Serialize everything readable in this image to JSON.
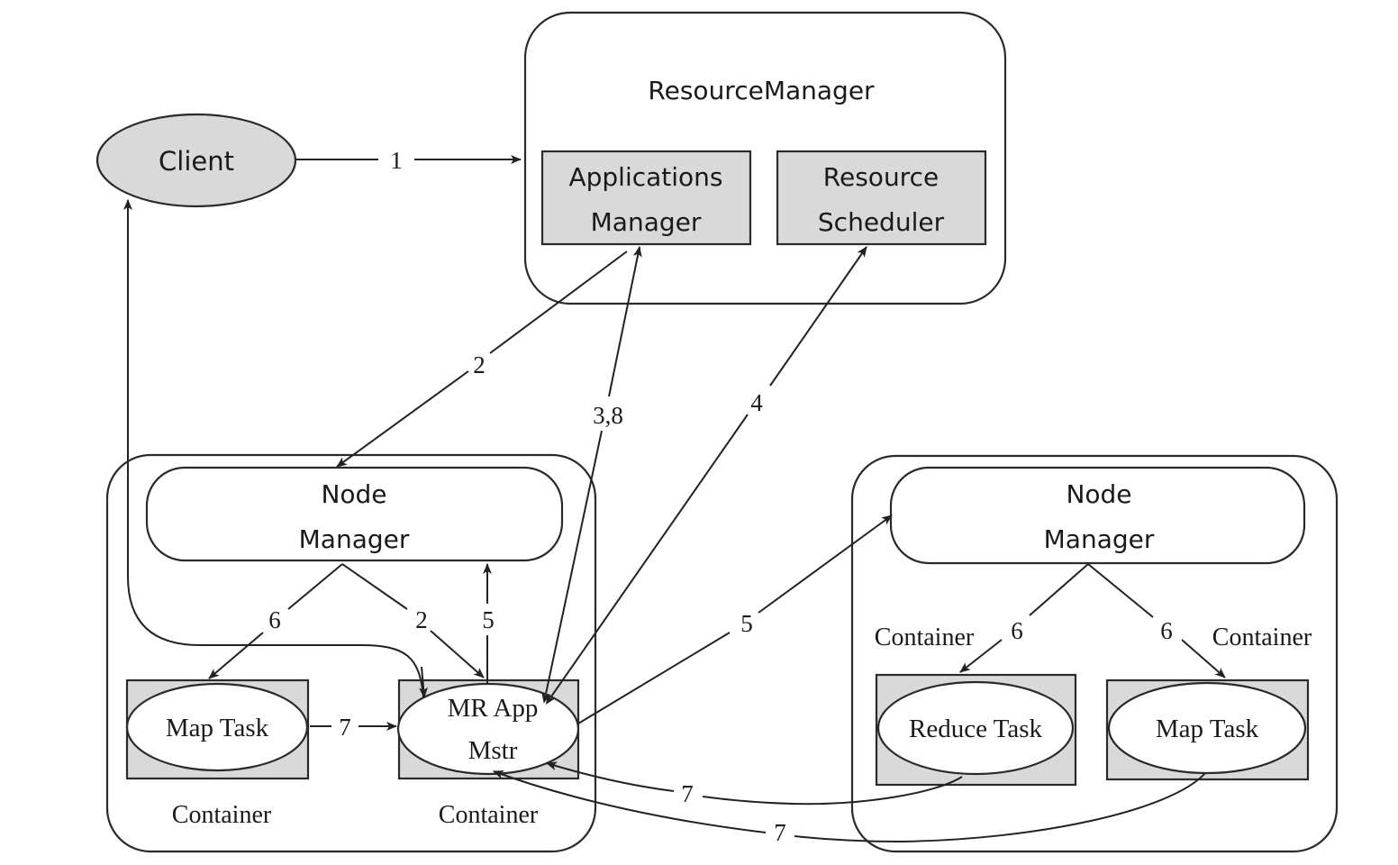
{
  "nodes": {
    "client": "Client",
    "resource_manager": "ResourceManager",
    "applications_manager": [
      "Applications",
      "Manager"
    ],
    "resource_scheduler": [
      "Resource",
      "Scheduler"
    ],
    "node_manager_left": [
      "Node",
      "Manager"
    ],
    "node_manager_right": [
      "Node",
      "Manager"
    ],
    "map_task_left": "Map Task",
    "mr_app_mstr": [
      "MR App",
      "Mstr"
    ],
    "reduce_task": "Reduce Task",
    "map_task_right": "Map Task",
    "container_map_left": "Container",
    "container_mr": "Container",
    "container_reduce": "Container",
    "container_map_right": "Container"
  },
  "edges": {
    "client_to_rm": "1",
    "appmgr_nodemgr": "2",
    "mr_appmgr": "3,8",
    "mr_scheduler": "4",
    "nm_maptask": "6",
    "nm_mr": "2",
    "mr_nm_left": "5",
    "mr_nm_right": "5",
    "nm_reduce": "6",
    "nm_maptask_right": "6",
    "maptask_mr": "7",
    "reduce_mr": "7",
    "maptask_right_mr": "7"
  },
  "colors": {
    "shade": "#d9d9d9",
    "line": "#2a2a2a",
    "background": "#ffffff"
  }
}
